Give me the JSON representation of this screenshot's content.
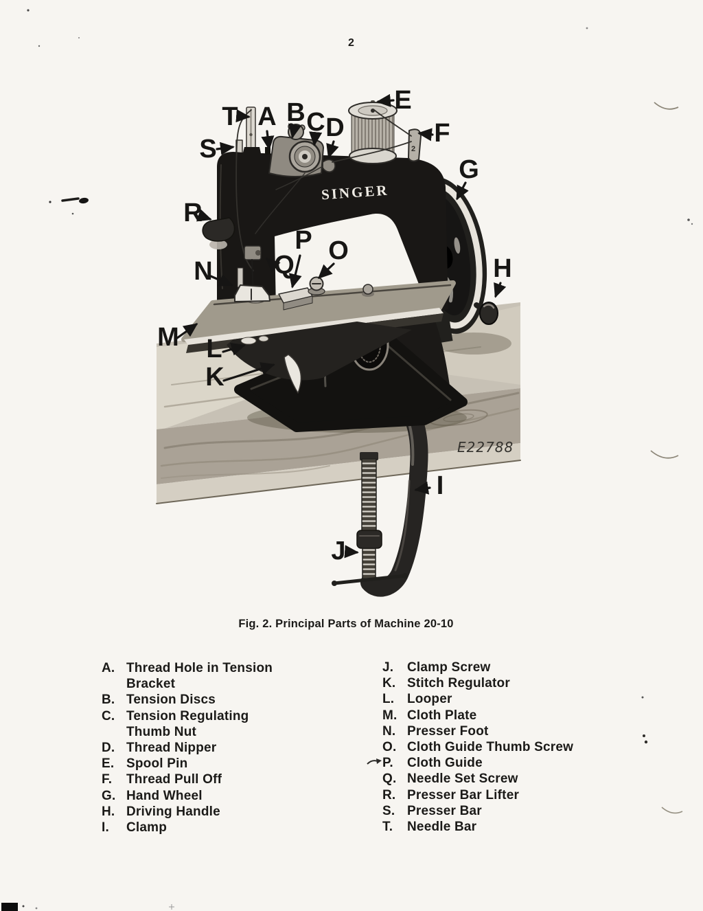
{
  "page": {
    "number": "2",
    "paper_color": "#f7f5f1",
    "ink_color": "#1b1a18"
  },
  "figure": {
    "caption": "Fig. 2. Principal Parts of Machine 20-10",
    "machine_brand": "SINGER",
    "plate_number": "E22788",
    "guide_mark": "2",
    "callouts": {
      "A": "A",
      "B": "B",
      "C": "C",
      "D": "D",
      "E": "E",
      "F": "F",
      "G": "G",
      "H": "H",
      "I": "I",
      "J": "J",
      "K": "K",
      "L": "L",
      "M": "M",
      "N": "N",
      "O": "O",
      "P": "P",
      "Q": "Q",
      "R": "R",
      "S": "S",
      "T": "T"
    }
  },
  "parts_list": {
    "left": [
      {
        "key": "A.",
        "name": "Thread Hole in Tension\nBracket"
      },
      {
        "key": "B.",
        "name": "Tension Discs"
      },
      {
        "key": "C.",
        "name": "Tension Regulating\nThumb Nut"
      },
      {
        "key": "D.",
        "name": "Thread Nipper"
      },
      {
        "key": "E.",
        "name": "Spool Pin"
      },
      {
        "key": "F.",
        "name": "Thread Pull Off"
      },
      {
        "key": "G.",
        "name": "Hand Wheel"
      },
      {
        "key": "H.",
        "name": "Driving Handle"
      },
      {
        "key": "I.",
        "name": "Clamp"
      }
    ],
    "right": [
      {
        "key": "J.",
        "name": "Clamp Screw"
      },
      {
        "key": "K.",
        "name": "Stitch Regulator"
      },
      {
        "key": "L.",
        "name": "Looper"
      },
      {
        "key": "M.",
        "name": "Cloth Plate"
      },
      {
        "key": "N.",
        "name": "Presser Foot"
      },
      {
        "key": "O.",
        "name": "Cloth Guide Thumb Screw"
      },
      {
        "key": "P.",
        "name": "Cloth Guide"
      },
      {
        "key": "Q.",
        "name": "Needle Set Screw"
      },
      {
        "key": "R.",
        "name": "Presser Bar Lifter"
      },
      {
        "key": "S.",
        "name": "Presser Bar"
      },
      {
        "key": "T.",
        "name": "Needle Bar"
      }
    ]
  }
}
